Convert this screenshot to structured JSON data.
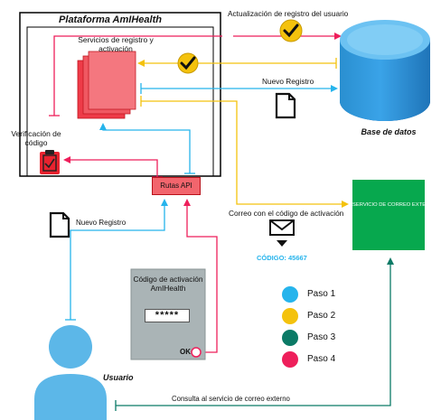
{
  "platform": {
    "title": "Plataforma AmIHealth"
  },
  "services": {
    "title": "Servicios de registro y activación"
  },
  "verification": {
    "label": "Verificación de código"
  },
  "api": {
    "label": "Rutas API"
  },
  "database": {
    "label": "Base de datos"
  },
  "flows": {
    "update_label": "Actualización de registro del usuario",
    "new_record_top": "Nuevo Registro",
    "new_record_left": "Nuevo Registro",
    "email_label": "Correo con el código de activación",
    "code_label": "CÓDIGO: 45667",
    "consult_label": "Consulta al servicio de correo externo"
  },
  "external_service": {
    "label": "SERVICIO DE CORREO EXTERNO"
  },
  "activation_modal": {
    "title": "Código de activación AmIHealth",
    "password": "*****",
    "ok": "OK"
  },
  "user": {
    "label": "Usuario"
  },
  "legend": {
    "items": [
      {
        "label": "Paso 1",
        "color": "#26b4ec"
      },
      {
        "label": "Paso 2",
        "color": "#f4c20d"
      },
      {
        "label": "Paso 3",
        "color": "#0b7a66"
      },
      {
        "label": "Paso 4",
        "color": "#ee1f5b"
      }
    ]
  },
  "colors": {
    "blue": "#26b4ec",
    "yellow": "#f4c20d",
    "teal": "#0b7a66",
    "pink": "#ee1f5b"
  },
  "icons": [
    "check-icon",
    "document-icon",
    "clipboard-check-icon",
    "envelope-icon",
    "database-icon",
    "user-icon"
  ]
}
